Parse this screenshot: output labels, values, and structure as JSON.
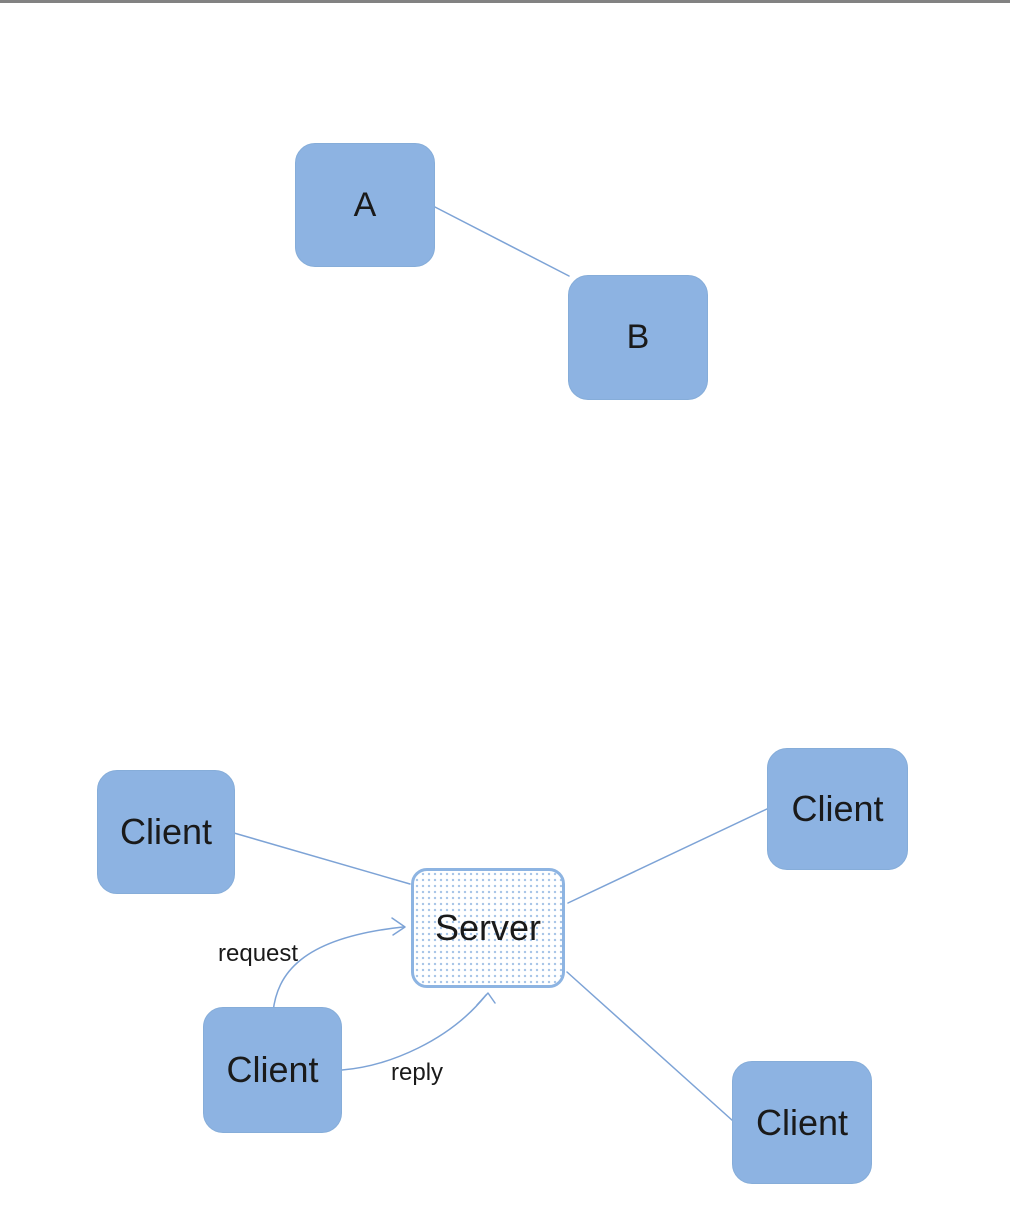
{
  "colors": {
    "node_fill": "#8db3e2",
    "node_border": "#86add9",
    "server_border": "#8db4e2",
    "server_dot": "#a9c6e8",
    "connector": "#7da3d6",
    "text": "#1a1a1a",
    "top_rule": "#828282"
  },
  "top_diagram": {
    "node_a": {
      "label": "A"
    },
    "node_b": {
      "label": "B"
    },
    "edges": [
      {
        "from": "A",
        "to": "B",
        "style": "plain-line"
      }
    ]
  },
  "bottom_diagram": {
    "server": {
      "label": "Server",
      "fill": "white-with-blue-dots"
    },
    "client_top_left": {
      "label": "Client"
    },
    "client_top_right": {
      "label": "Client"
    },
    "client_bottom_middle": {
      "label": "Client"
    },
    "client_bottom_right": {
      "label": "Client"
    },
    "edges": [
      {
        "from": "client_top_left",
        "to": "server",
        "style": "plain-line"
      },
      {
        "from": "server",
        "to": "client_top_right",
        "style": "plain-line"
      },
      {
        "from": "server",
        "to": "client_bottom_right",
        "style": "plain-line"
      },
      {
        "from": "client_bottom_middle",
        "to": "server",
        "style": "curved-arrow",
        "label": "request"
      },
      {
        "from": "client_bottom_middle",
        "to": "server",
        "style": "curved-arrow",
        "label": "reply"
      }
    ],
    "request_edge": {
      "label": "request"
    },
    "reply_edge": {
      "label": "reply"
    }
  }
}
